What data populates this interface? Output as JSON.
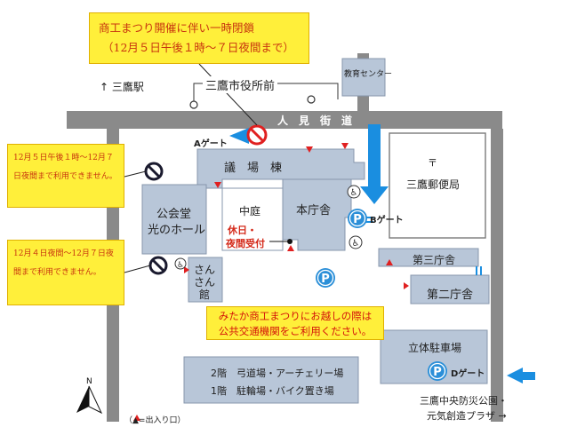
{
  "notices": {
    "top_line1": "商工まつり開催に伴い一時閉鎖",
    "top_line2": "（12月５日午後１時～７日夜間まで）",
    "left1": "12月５日午後１時～12月７日夜間まで利用できません。",
    "left2": "12月４日夜間～12月７日夜間まで利用できません。",
    "festival_line1": "みたか商工まつりにお越しの際は",
    "festival_line2": "公共交通機関をご利用ください。"
  },
  "labels": {
    "station": "↑ 三鷹駅",
    "city_hall_front": "三鷹市役所前",
    "education_center": "教育センター",
    "street": "人　見　街　道",
    "gate_a": "Aゲート",
    "gate_b": "Bゲート",
    "gate_d": "Dゲート",
    "assembly_building": "議　場　棟",
    "courtyard": "中庭",
    "main_building": "本庁舎",
    "public_hall_1": "公会堂",
    "public_hall_2": "光のホール",
    "holiday_1": "休日・",
    "holiday_2": "夜間受付",
    "sansan_1": "さん",
    "sansan_2": "さん",
    "sansan_3": "館",
    "post_office": "三鷹郵便局",
    "post_mark": "〒",
    "third_building": "第三庁舎",
    "second_building": "第二庁舎",
    "parking": "立体駐車場",
    "floor2": "2階　弓道場・アーチェリー場",
    "floor1": "1階　駐輪場・バイク置き場",
    "park_1": "三鷹中央防災公園・",
    "park_2": "元気創造プラザ →",
    "legend": "（▲=出入り口）",
    "north": "N",
    "parking_p": "P"
  },
  "colors": {
    "road": "#8a8a8a",
    "building": "#b8c6d8",
    "building_stroke": "#8797ad",
    "arrow_blue": "#1a8ee0",
    "notice_yellow": "#ffef3a",
    "entrance_red": "#e02020",
    "parking_blue": "#2b8fd8"
  }
}
